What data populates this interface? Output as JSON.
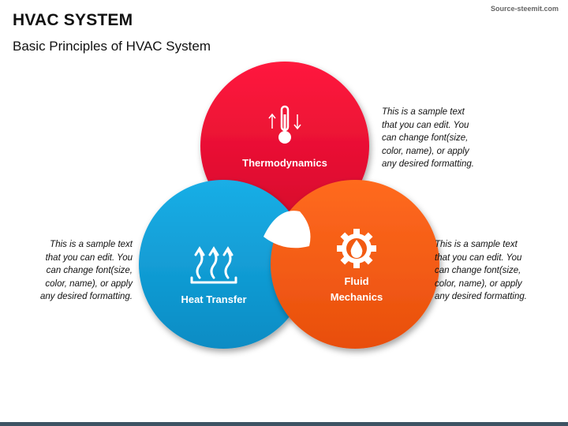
{
  "header": {
    "title": "HVAC SYSTEM",
    "subtitle": "Basic Principles of HVAC System",
    "source": "Source-steemit.com"
  },
  "diagram": {
    "circles": [
      {
        "label": "Thermodynamics",
        "color": "#e8082f",
        "icon": "thermometer-icon"
      },
      {
        "label": "Heat Transfer",
        "color": "#0d9fd8",
        "icon": "heat-waves-icon"
      },
      {
        "label_line1": "Fluid",
        "label_line2": "Mechanics",
        "color": "#f25a12",
        "icon": "gear-droplet-icon"
      }
    ]
  },
  "notes": {
    "top": [
      "This is a sample text",
      "that you can edit. You",
      "can change font(size,",
      "color, name), or apply",
      "any desired formatting."
    ],
    "left": [
      "This is a sample text",
      "that you can edit. You",
      "can change font(size,",
      "color, name), or apply",
      "any desired formatting."
    ],
    "right": [
      "This is a sample text",
      "that you can edit. You",
      "can change font(size,",
      "color, name), or apply",
      "any desired formatting."
    ]
  }
}
